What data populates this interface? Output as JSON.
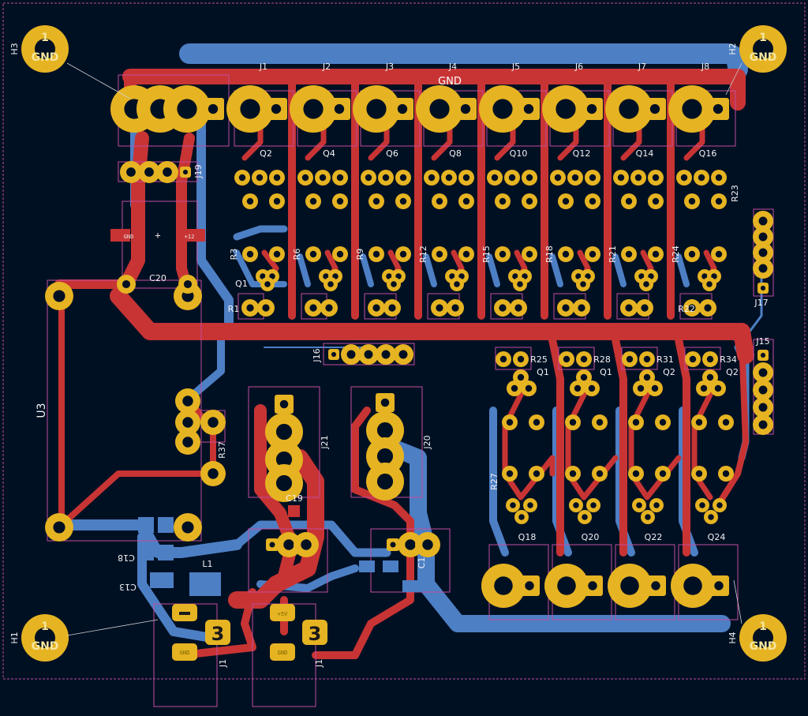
{
  "board": {
    "net_label_top": "GND",
    "mount_holes": [
      {
        "ref": "H3",
        "num": "1",
        "net": "GND"
      },
      {
        "ref": "H2",
        "num": "1",
        "net": "GND"
      },
      {
        "ref": "H1",
        "num": "1",
        "net": "GND"
      },
      {
        "ref": "H4",
        "num": "1",
        "net": "GND"
      }
    ],
    "output_connectors": [
      "J1",
      "J2",
      "J3",
      "J4",
      "J5",
      "J6",
      "J7",
      "J8"
    ],
    "transistor_row_top": [
      "Q2",
      "Q4",
      "Q6",
      "Q8",
      "Q10",
      "Q12",
      "Q14",
      "Q16"
    ],
    "resistor_row_labels": [
      "R3",
      "R6",
      "R9",
      "R12",
      "R15",
      "R18",
      "R21",
      "R24"
    ],
    "small_labels": {
      "j19": "J19",
      "c20": "C20",
      "u3": "U3",
      "r37": "R37",
      "j16": "J16",
      "j17": "J17",
      "j15": "J15",
      "j21": "J21",
      "j20": "J20",
      "r23": "R23",
      "r1": "R1",
      "r22": "R22",
      "q1": "Q1",
      "c18": "C18",
      "c13": "C13",
      "c19": "C19",
      "c1": "C1",
      "l1": "L1",
      "j1a": "J1",
      "j1b": "J1",
      "r27": "R27"
    },
    "lower_group": {
      "top_resistors": [
        "R25",
        "R28",
        "R31",
        "R34"
      ],
      "top_transistors": [
        "Q1",
        "Q1",
        "Q2",
        "Q2"
      ],
      "bottom_transistors": [
        "Q18",
        "Q20",
        "Q22",
        "Q24"
      ]
    },
    "pin_text": {
      "gnd": "GND",
      "plus": "+",
      "v12": "+12",
      "v5": "+5V",
      "n3": "3"
    },
    "colors": {
      "background": "#001023",
      "front_copper": "#c83434",
      "back_copper": "#4d7fc4",
      "pad": "#e6b422",
      "silkscreen": "#f2f2f2",
      "courtyard": "#c24d9e"
    }
  }
}
